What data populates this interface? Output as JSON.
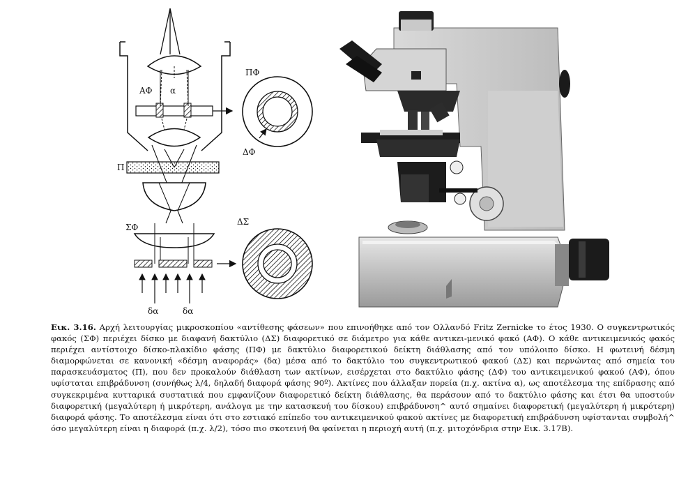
{
  "figure": {
    "labels": {
      "objective": "ΑΦ",
      "ray_alpha": "α",
      "phase_plate": "ΠΦ",
      "phase_ring": "ΔΦ",
      "specimen": "Π",
      "condenser": "ΣΦ",
      "annular_disc": "ΔΣ",
      "ref_beam_1": "δα",
      "ref_beam_2": "δα"
    }
  },
  "caption": {
    "number": "Εικ. 3.16.",
    "text": "Αρχή λειτουργίας μικροσκοπίου «αντίθεσης φάσεων» που επινοήθηκε από τον Ολλανδό Fritz Zernicke το έτος 1930. Ο συγκεντρωτικός φακός (ΣΦ) περιέχει δίσκο με διαφανή δακτύλιο (ΔΣ) διαφορετικό σε διάμετρο για κάθε αντικει-μενικό φακό (ΑΦ). Ο κάθε αντικειμενικός φακός περιέχει αντίστοιχο δίσκο-πλακίδιο φάσης (ΠΦ) με δακτύλιο διαφορετικού δείκτη διάθλασης από τον υπόλοιπο δίσκο. Η φωτεινή δέσμη διαμορφώνεται σε κανονική «δέσμη αναφοράς» (δα) μέσα από το δακτύλιο του συγκεντρωτικού φακού (ΔΣ) και περνώντας από σημεία του παρασκευάσματος (Π), που δεν προκαλούν διάθλαση των ακτίνων, εισέρχεται στο δακτύλιο φάσης (ΔΦ) του αντικειμενικού φακού (ΑΦ), όπου υφίσταται επιβράδυνση (συνήθως λ/4, δηλαδή διαφορά φάσης 90º). Ακτίνες που άλλαξαν πορεία (π.χ. ακτίνα α), ως αποτέλεσμα της επίδρασης από συγκεκριμένα κυτταρικά συστατικά που εμφανίζουν διαφορετικό δείκτη διάθλασης, θα περάσουν από το δακτύλιο φάσης και έτσι θα υποστούν διαφορετική (μεγαλύτερη ή μικρότερη, ανάλογα με την κατασκευή του δίσκου) επιβράδυνση^ αυτό σημαίνει διαφορετική (μεγαλύτερη ή μικρότερη) διαφορά φάσης. Το αποτέλεσμα είναι ότι στο εστιακό επίπεδο του αντικειμενικού φακού ακτίνες με διαφορετική επιβράδυνση υφίστανται συμβολή^ όσο μεγαλύτερη είναι η διαφορά (π.χ. λ/2), τόσο πιο σκοτεινή θα φαίνεται η περιοχή αυτή (π.χ. μιτοχόνδρια στην Εικ. 3.17Β)."
  }
}
